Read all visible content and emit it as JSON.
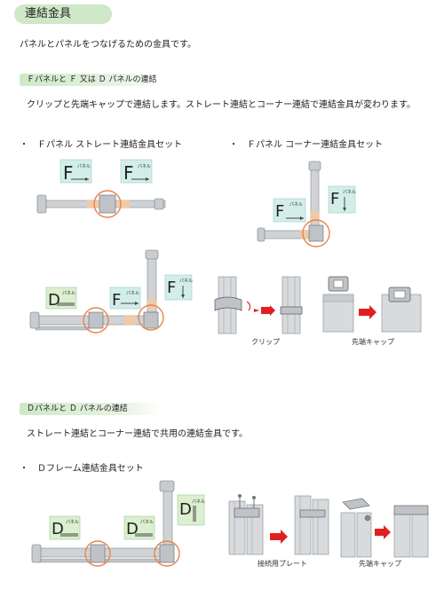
{
  "title": "連結金具",
  "intro": "パネルとパネルをつなげるための金具です。",
  "section1": {
    "heading": "Ｆパネルと Ｆ 又は Ｄ パネルの連結",
    "desc": "クリップと先端キャップで連結します。ストレート連結とコーナー連結で連結金具が変わります。",
    "bullet_straight": "・　Ｆパネル ストレート連結金具セット",
    "bullet_corner": "・　Ｆパネル コーナー連結金具セット",
    "caption_clip": "クリップ",
    "caption_cap": "先端キャップ"
  },
  "section2": {
    "heading": "Ｄパネルと Ｄ パネルの連結",
    "desc": "ストレート連結とコーナー連結で共用の連結金具です。",
    "bullet_frame": "・　Ｄフレーム連結金具セット",
    "caption_plate": "接続用プレート",
    "caption_cap": "先端キャップ"
  },
  "panel_labels": {
    "F": "F",
    "D": "D",
    "panel": "パネル"
  },
  "colors": {
    "badge_green": "#cfe8c7",
    "label_f_bg": "#d3eee8",
    "label_d_bg": "#dcefcf",
    "highlight_ring": "#e8834a",
    "connector_orange": "#f3c9a4",
    "arrow_red": "#e02020"
  }
}
